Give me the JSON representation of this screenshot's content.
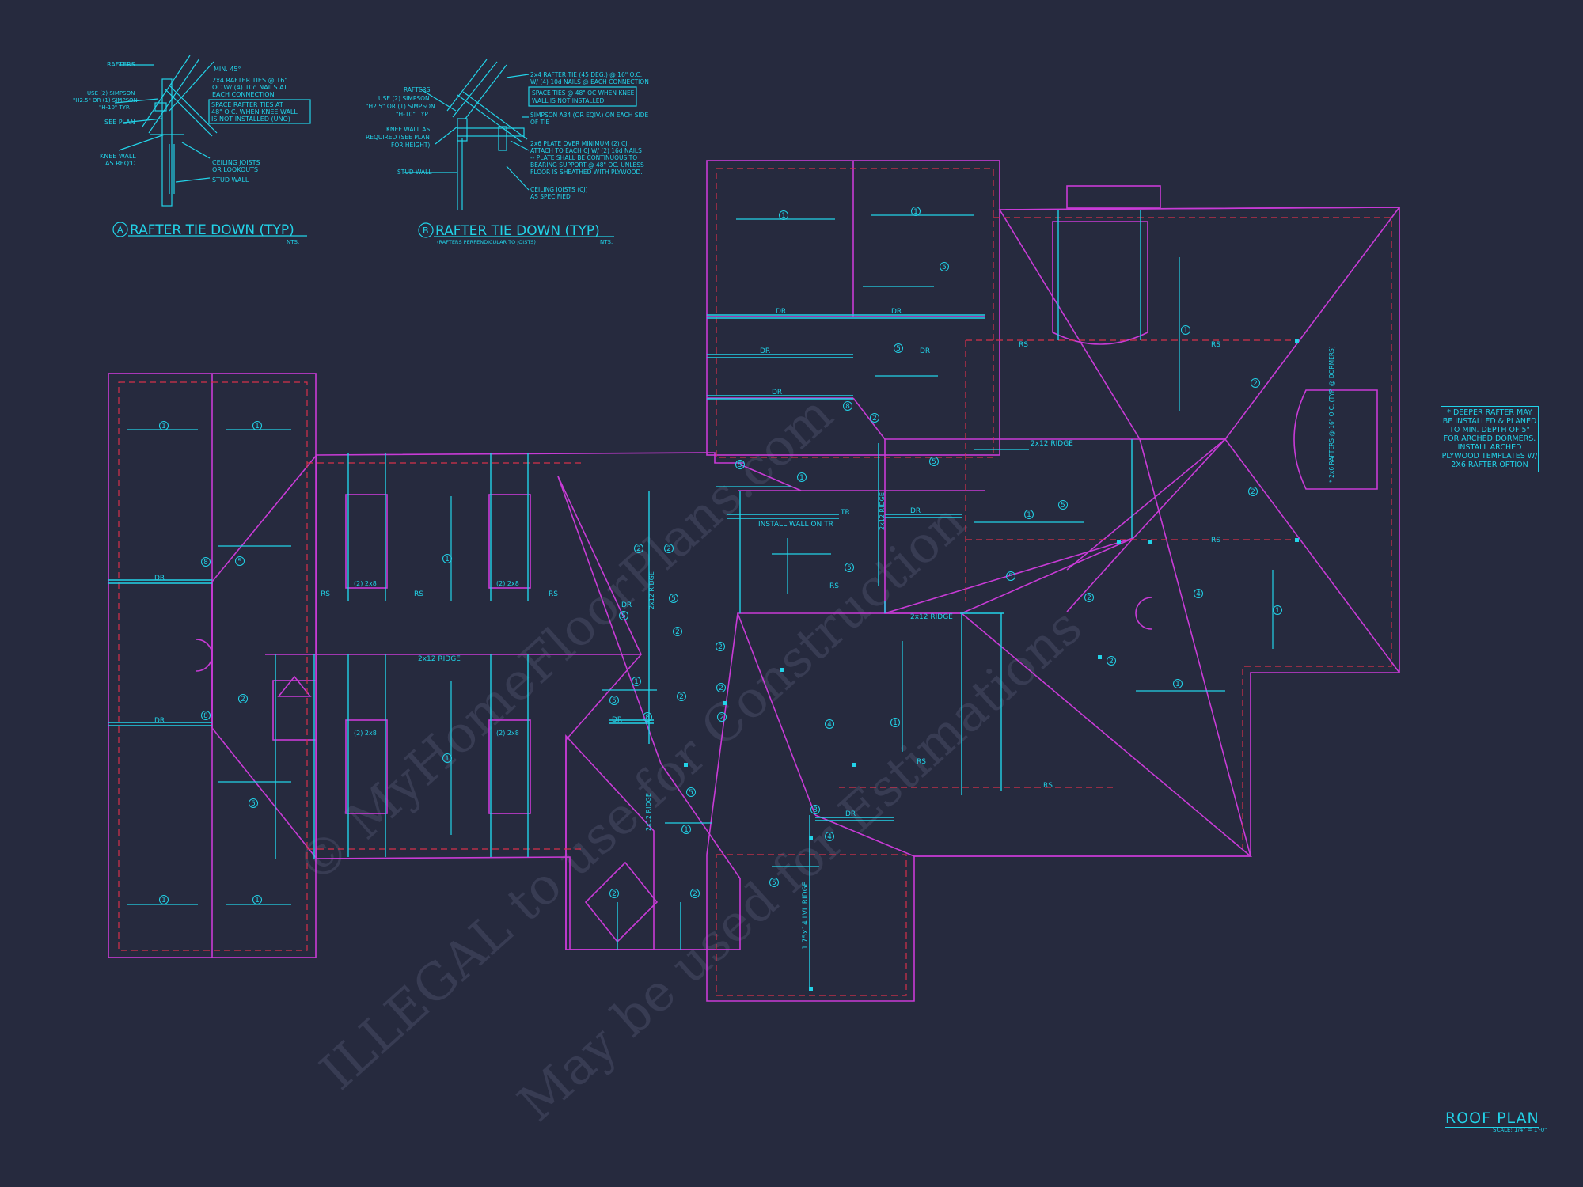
{
  "watermark": {
    "line1": "© MyHomeFloorPlans.com",
    "line2": "ILLEGAL to use for Construction",
    "line3": "May be used for Estimations"
  },
  "detail_a": {
    "marker": "A",
    "title": "RAFTER TIE DOWN (TYP)",
    "nts": "NTS.",
    "notes": {
      "rafters": "RAFTERS",
      "min45": "MIN. 45°",
      "ties1": "2x4 RAFTER TIES @ 16\"",
      "ties2": "OC W/ (4) 10d NAILS AT",
      "ties3": "EACH CONNECTION",
      "space1": "SPACE RAFTER TIES AT",
      "space2": "48\" O.C. WHEN KNEE WALL",
      "space3": "IS NOT INSTALLED (UNO)",
      "simp1": "USE (2) SIMPSON",
      "simp2": "\"H2.5\" OR (1) SIMPSON",
      "simp3": "\"H-10\" TYP.",
      "seeplan": "SEE PLAN",
      "knee1": "KNEE WALL",
      "knee2": "AS REQ'D",
      "cj1": "CEILING JOISTS",
      "cj2": "OR LOOKOUTS",
      "stud": "STUD WALL"
    }
  },
  "detail_b": {
    "marker": "B",
    "title": "RAFTER TIE DOWN (TYP)",
    "subtitle": "(RAFTERS PERPENDICULAR TO JOISTS)",
    "nts": "NTS.",
    "notes": {
      "rafters": "RAFTERS",
      "simp1": "USE (2) SIMPSON",
      "simp2": "\"H2.5\" OR (1) SIMPSON",
      "simp3": "\"H-10\" TYP.",
      "knee1": "KNEE WALL AS",
      "knee2": "REQUIRED (SEE PLAN",
      "knee3": "FOR HEIGHT)",
      "stud": "STUD WALL",
      "tie1": "2x4 RAFTER TIE (45 DEG.) @ 16\" O.C.",
      "tie2": "W/ (4) 10d NAILS @ EACH CONNECTION",
      "space1": "SPACE TIES @ 48\" OC WHEN KNEE",
      "space2": "WALL IS NOT INSTALLED.",
      "a34a": "SIMPSON A34 (OR EQIV.) ON EACH SIDE",
      "a34b": "OF TIE",
      "plate1": "2x6 PLATE OVER MINIMUM (2) CJ.",
      "plate2": "ATTACH TO EACH CJ W/ (2) 16d NAILS",
      "plate3": "-- PLATE SHALL BE CONTINUOUS TO",
      "plate4": "BEARING SUPPORT @ 48\" OC. UNLESS",
      "plate5": "FLOOR IS SHEATHED WITH PLYWOOD.",
      "cj1": "CEILING JOISTS (CJ)",
      "cj2": "AS SPECIFIED"
    }
  },
  "plan_labels": {
    "dr": "DR",
    "rs": "RS",
    "tr": "TR",
    "ridge": "2x12 RIDGE",
    "two_2x8": "(2) 2x8",
    "install_wall": "INSTALL WALL ON TR",
    "lvl_ridge": "1.75x14 LVL RIDGE",
    "dormer_rafters": "* 2x6 RAFTERS @ 16\" O.C. (TYP. @ DORMERS)",
    "pitch1": "1",
    "pitch2": "2",
    "pitch4": "4",
    "pitch5": "5",
    "pitch8": "8"
  },
  "note_box": {
    "text": "* DEEPER RAFTER MAY BE INSTALLED & PLANED TO MIN. DEPTH OF 5\" FOR ARCHED DORMERS. INSTALL ARCHED PLYWOOD TEMPLATES w/ 2x6 RAFTER OPTION"
  },
  "title_block": {
    "title": "ROOF PLAN",
    "scale": "SCALE: 1/4\" = 1'-0\""
  },
  "colors": {
    "background": "#262a3e",
    "magenta": "#c83bd6",
    "cyan": "#22d3e8",
    "red_dash": "#d6304a"
  }
}
